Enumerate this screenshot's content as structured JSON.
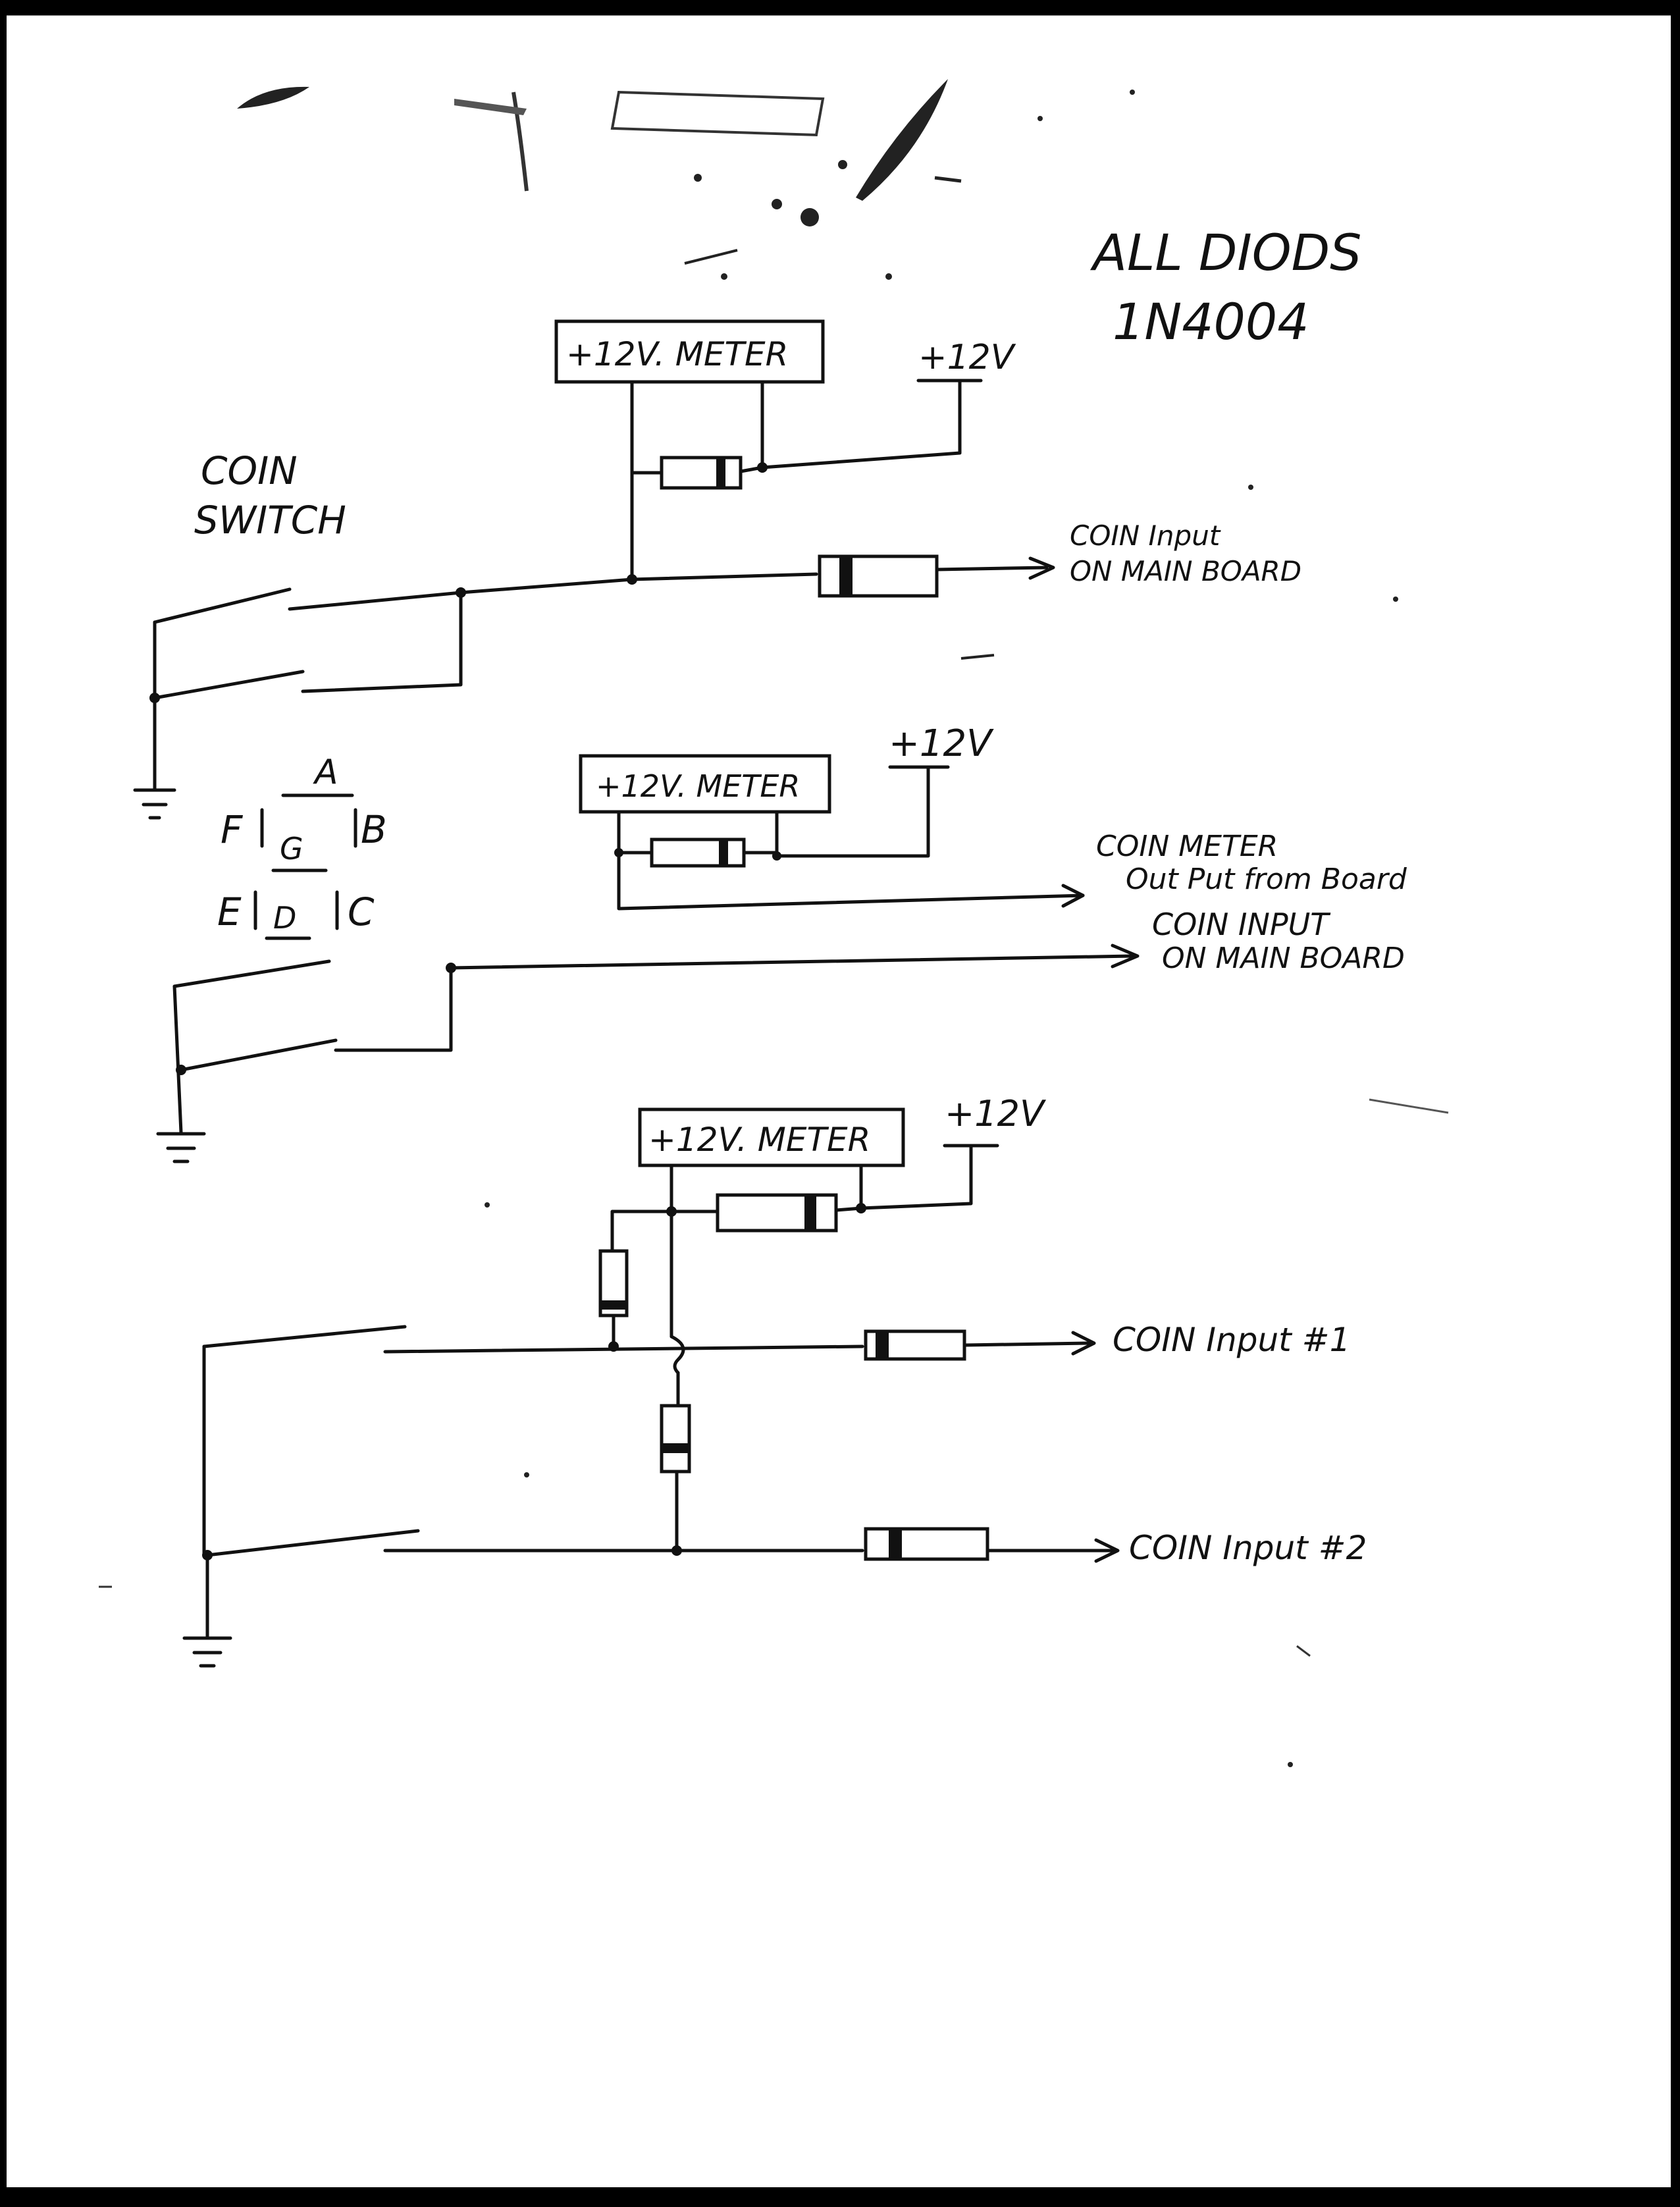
{
  "notes": {
    "diodes_line1": "ALL DIODS",
    "diodes_line2": "1N4004"
  },
  "circuit1": {
    "title_line1": "COIN",
    "title_line2": "SWITCH",
    "meter_label": "+12V. METER",
    "supply_label": "+12V",
    "output_line1": "COIN Input",
    "output_line2": "ON MAIN BOARD"
  },
  "segment_key": {
    "top": "A",
    "upper_left": "F",
    "upper_right": "B",
    "middle": "G",
    "lower_left": "E",
    "lower_right": "C",
    "bottom": "D"
  },
  "circuit2": {
    "meter_label": "+12V. METER",
    "supply_label": "+12V",
    "meter_out_line1": "COIN METER",
    "meter_out_line2": "Out Put from Board",
    "output_line1": "COIN INPUT",
    "output_line2": "ON MAIN BOARD"
  },
  "circuit3": {
    "meter_label": "+12V. METER",
    "supply_label": "+12V",
    "output1_label": "COIN Input #1",
    "output2_label": "COIN Input #2"
  },
  "colors": {
    "ink": "#111111",
    "paper": "#ffffff",
    "scan_border": "#000000"
  }
}
